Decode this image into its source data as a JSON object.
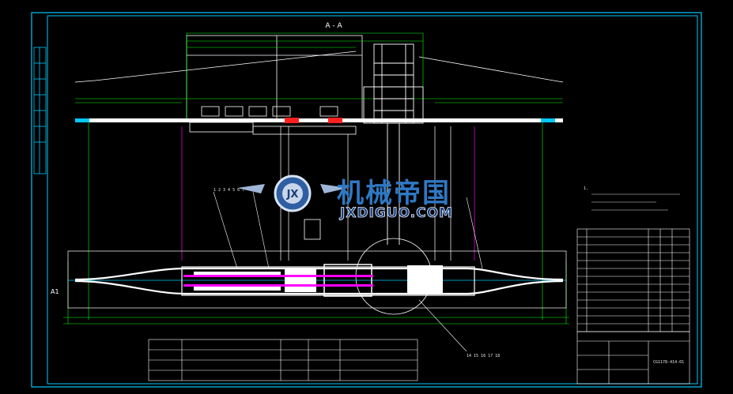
{
  "sheet": {
    "section_label": "A - A",
    "view_marker": "A1",
    "callout_top": "1 2 3 4 5 6 7",
    "callout_bottom": "14 15 16 17 18",
    "drawing_number": "CG1178-414-01",
    "notes_label": "1."
  },
  "watermark": {
    "brand_cn": "机械帝国",
    "brand_en": "JXDIGUO.COM",
    "logo_letters": "JX"
  },
  "colors": {
    "background": "#000000",
    "frame": "#00c8ff",
    "geometry": "#ffffff",
    "dimension": "#00ff00",
    "highlight": "#ff00ff",
    "accent": "#ff2020",
    "watermark_blue": "#2f78c4"
  },
  "icons": {
    "watermark_logo": "gear-wing-logo-icon"
  }
}
